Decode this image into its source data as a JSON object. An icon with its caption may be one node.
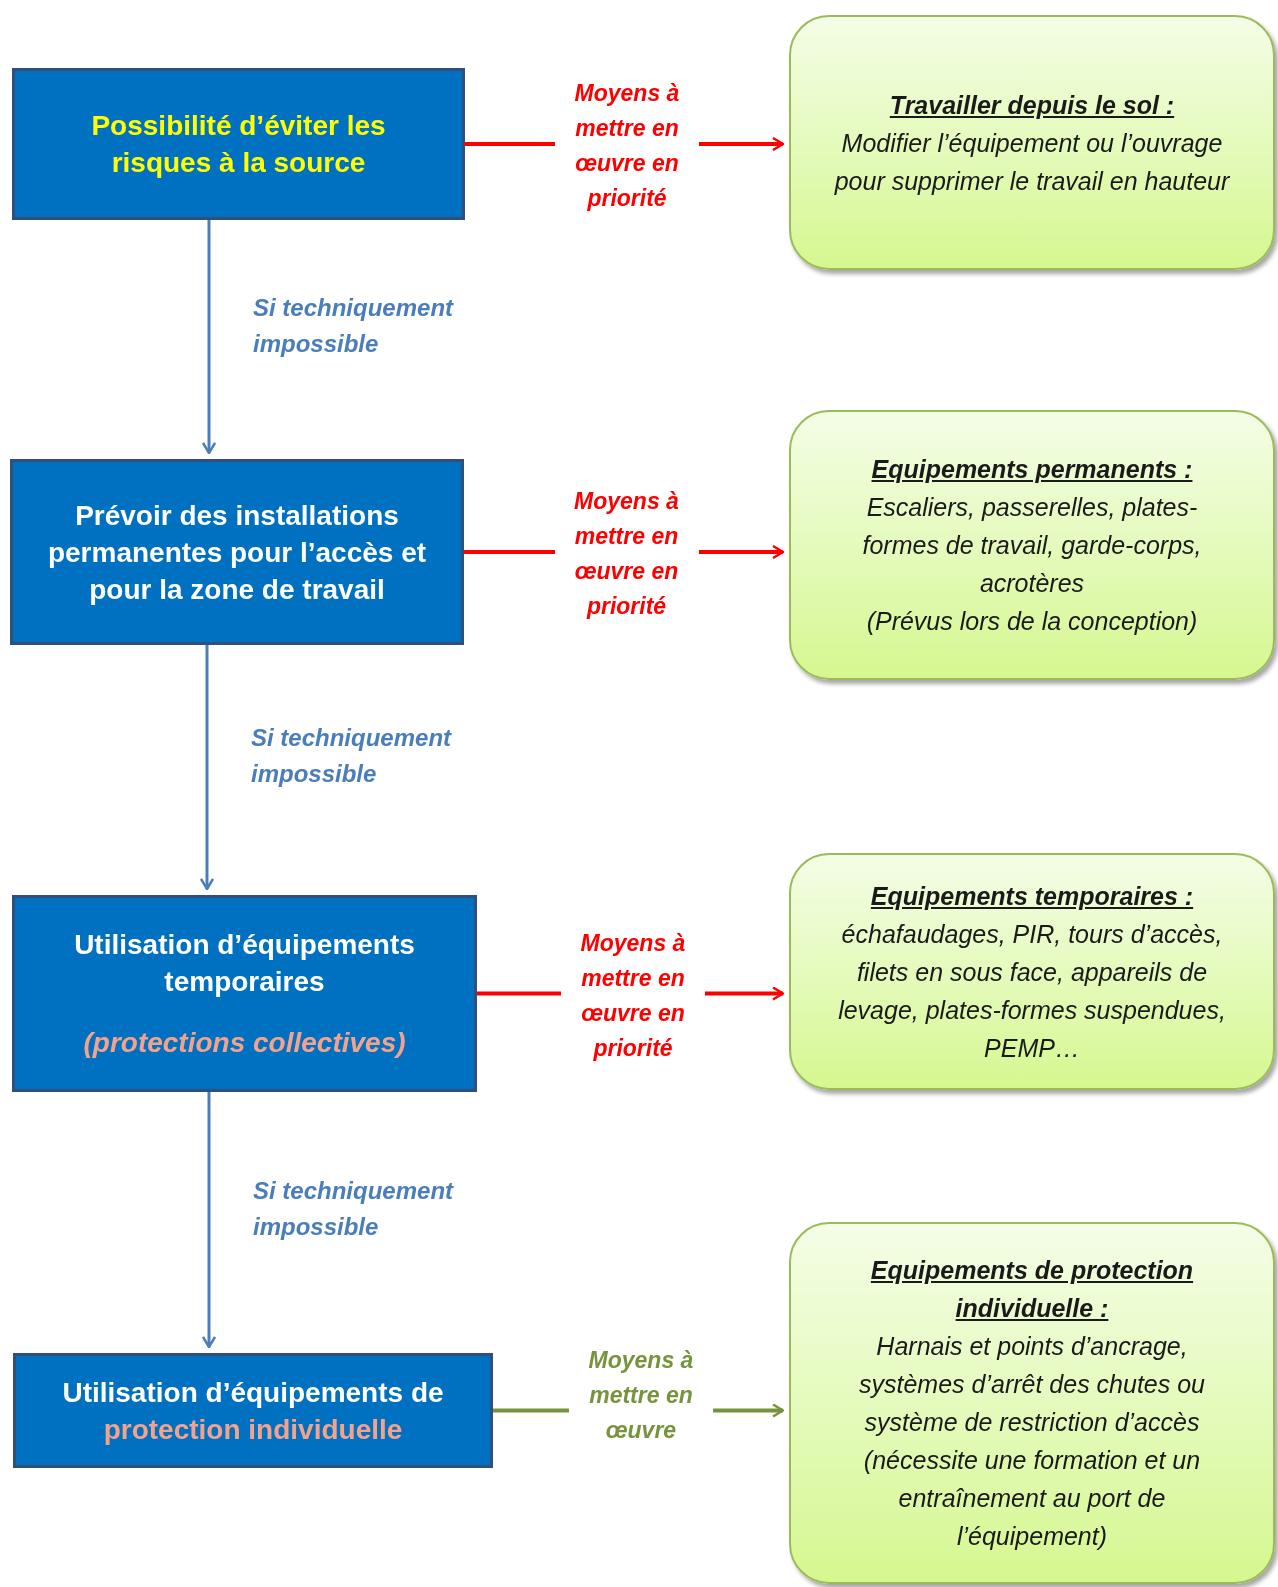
{
  "diagram": {
    "nodes": [
      {
        "text": [
          "Possibilité d’éviter les risques à la source"
        ]
      },
      {
        "text": [
          "Prévoir des installations permanentes pour l’accès et pour la zone de travail"
        ]
      },
      {
        "text": [
          "Utilisation d’équipements temporaires",
          "*(protections collectives)*"
        ]
      },
      {
        "text": [
          "Utilisation d’équipements de **protection individuelle**"
        ]
      },
      {
        "text": [
          "Travailler depuis le sol :",
          "Modifier l’équipement ou l’ouvrage pour supprimer le travail en hauteur"
        ]
      },
      {
        "text": [
          "Equipements permanents :",
          "Escaliers, passerelles, plates-formes de travail, garde-corps, acrotères",
          "(Prévus lors de la conception)"
        ]
      },
      {
        "text": [
          "Equipements temporaires :",
          "échafaudages, PIR, tours d’accès, filets en sous face, appareils de levage, plates-formes suspendues, PEMP…"
        ]
      },
      {
        "text": [
          "Equipements de protection individuelle :",
          "Harnais et points d’ancrage, systèmes d’arrêt des chutes ou système de restriction d’accès (nécessite une formation et un entraînement au port de l’équipement)"
        ]
      }
    ],
    "edges": [
      {
        "from": 0,
        "to": 1,
        "arrow": "to",
        "label": "Si techniquement impossible",
        "color": "#4a7ebb"
      },
      {
        "from": 1,
        "to": 2,
        "arrow": "to",
        "label": "Si techniquement impossible",
        "color": "#4a7ebb"
      },
      {
        "from": 2,
        "to": 3,
        "arrow": "to",
        "label": "Si techniquement impossible",
        "color": "#4a7ebb"
      },
      {
        "from": 0,
        "to": 4,
        "arrow": "to",
        "label": "Moyens à mettre en œuvre en priorité",
        "color": "#ff0000"
      },
      {
        "from": 1,
        "to": 5,
        "arrow": "to",
        "label": "Moyens à mettre en œuvre en priorité",
        "color": "#ff0000"
      },
      {
        "from": 2,
        "to": 6,
        "arrow": "to",
        "label": "Moyens à mettre en œuvre en priorité",
        "color": "#ff0000"
      },
      {
        "from": 3,
        "to": 7,
        "arrow": "to",
        "label": "Moyens à mettre en œuvre",
        "color": "#77933c"
      }
    ]
  }
}
